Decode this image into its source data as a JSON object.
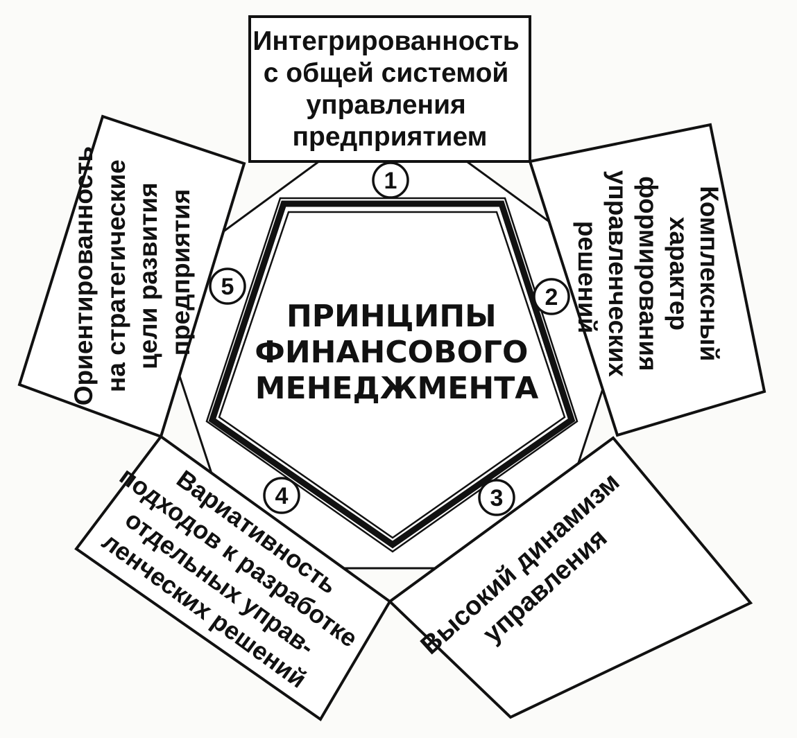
{
  "center": {
    "lines": [
      "ПРИНЦИПЫ",
      "ФИНАНСОВОГО",
      "МЕНЕДЖМЕНТА"
    ]
  },
  "principles": [
    {
      "number": "1",
      "lines": [
        "Интегрированность",
        "с общей системой",
        "управления",
        "предприятием"
      ]
    },
    {
      "number": "2",
      "lines": [
        "Комплексный",
        "характер",
        "формирования",
        "управленческих",
        "решений"
      ]
    },
    {
      "number": "3",
      "lines": [
        "Высокий динамизм",
        "управления"
      ]
    },
    {
      "number": "4",
      "lines": [
        "Вариативность",
        "подходов к разработке",
        "отдельных управ-",
        "ленческих решений"
      ]
    },
    {
      "number": "5",
      "lines": [
        "Ориентированность",
        "на стратегические",
        "цели развития",
        "предприятия"
      ]
    }
  ]
}
